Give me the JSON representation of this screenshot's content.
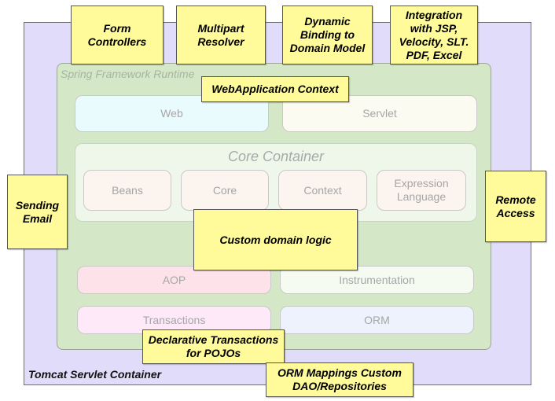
{
  "containers": {
    "tomcat": "Tomcat Servlet Container",
    "runtime": "Spring Framework Runtime",
    "core": "Core Container"
  },
  "modules": {
    "web": "Web",
    "servlet": "Servlet",
    "beans": "Beans",
    "core": "Core",
    "context": "Context",
    "expression_language": "Expression Language",
    "aop": "AOP",
    "instrumentation": "Instrumentation",
    "transactions": "Transactions",
    "orm": "ORM"
  },
  "notes": {
    "form_controllers": "Form Controllers",
    "multipart_resolver": "Multipart Resolver",
    "dynamic_binding": "Dynamic Binding to Domain Model",
    "integration": "Integration with JSP, Velocity, SLT. PDF, Excel",
    "webapplication_context": "WebApplication Context",
    "sending_email": "Sending Email",
    "custom_domain_logic": "Custom domain logic",
    "remote_access": "Remote Access",
    "declarative_transactions": "Declarative Transactions for POJOs",
    "orm_mappings": "ORM Mappings Custom DAO/Repositories"
  },
  "colors": {
    "tomcat_fill": "#e0dcfa",
    "runtime_fill": "#d4e7c6",
    "note_fill": "#fffb9b",
    "web_fill": "#eafbfd",
    "servlet_fill": "#fbfbf2",
    "core_module_fill": "#fcf4ef",
    "aop_fill": "#fde2ea",
    "instrumentation_fill": "#f6fbf2",
    "transactions_fill": "#fde9f8",
    "orm_fill": "#edf2fd"
  }
}
